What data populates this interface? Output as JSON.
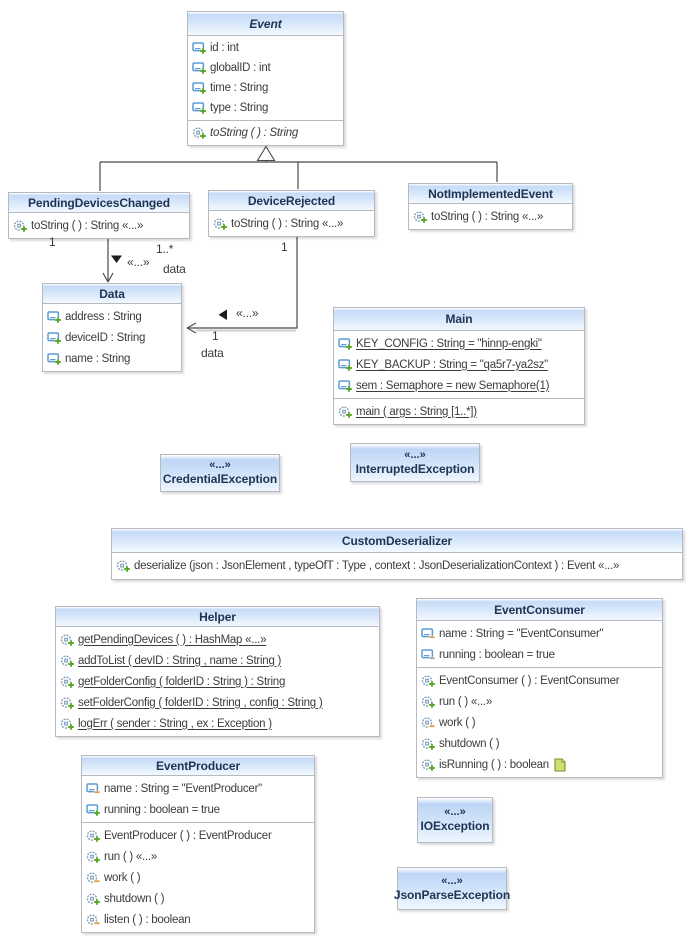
{
  "diagram": {
    "kind": "uml-class-diagram"
  },
  "colors": {
    "title_gradient_top": "#c7dbf7",
    "title_gradient_bottom": "#f3f9ff",
    "box_border": "#b6babf",
    "title_text": "#203455",
    "member_text": "#3c3c3c",
    "connector_line": "#4a4a4a",
    "icon_blue": "#5b9bd5",
    "icon_gear": "#7d9cba",
    "badge_public_green": "#58a829",
    "badge_protected_orange": "#e39b34",
    "badge_package_gray": "#98a0a8",
    "note_fill": "#cfdf70",
    "note_border": "#71922c"
  },
  "classes": [
    {
      "id": "event",
      "name": "Event",
      "abstract": true,
      "fields": [
        {
          "icon": "field-public",
          "text": "id : int"
        },
        {
          "icon": "field-public",
          "text": "globalID : int"
        },
        {
          "icon": "field-public",
          "text": "time : String"
        },
        {
          "icon": "field-public",
          "text": "type : String"
        }
      ],
      "methods": [
        {
          "icon": "method-public",
          "text": "toString ( ) : String",
          "italic": true
        }
      ]
    },
    {
      "id": "pendingdeviceschanged",
      "name": "PendingDevicesChanged",
      "methods": [
        {
          "icon": "method-public",
          "text": "toString ( ) : String «...»"
        }
      ]
    },
    {
      "id": "devicerejected",
      "name": "DeviceRejected",
      "methods": [
        {
          "icon": "method-public",
          "text": "toString ( ) : String «...»"
        }
      ]
    },
    {
      "id": "notimplementedevent",
      "name": "NotImplementedEvent",
      "methods": [
        {
          "icon": "method-public",
          "text": "toString ( ) : String «...»"
        }
      ]
    },
    {
      "id": "data",
      "name": "Data",
      "fields": [
        {
          "icon": "field-public",
          "text": "address : String"
        },
        {
          "icon": "field-public",
          "text": "deviceID : String"
        },
        {
          "icon": "field-public",
          "text": "name : String"
        }
      ]
    },
    {
      "id": "main",
      "name": "Main",
      "fields": [
        {
          "icon": "field-public",
          "text": "KEY_CONFIG : String = \"hinnp-engki\"",
          "static": true
        },
        {
          "icon": "field-public",
          "text": "KEY_BACKUP : String = \"qa5r7-ya2sz\"",
          "static": true
        },
        {
          "icon": "field-public",
          "text": "sem : Semaphore = new Semaphore(1)",
          "static": true
        }
      ],
      "methods": [
        {
          "icon": "method-public",
          "text": "main ( args : String [1..*])",
          "static": true
        }
      ]
    },
    {
      "id": "credentialexception",
      "stereotype": "«...»",
      "name": "CredentialException"
    },
    {
      "id": "interruptedexception",
      "stereotype": "«...»",
      "name": "InterruptedException"
    },
    {
      "id": "customdeserializer",
      "name": "CustomDeserializer",
      "methods": [
        {
          "icon": "method-public",
          "text": "deserialize (json : JsonElement , typeOfT : Type , context : JsonDeserializationContext ) : Event «...»"
        }
      ]
    },
    {
      "id": "helper",
      "name": "Helper",
      "methods": [
        {
          "icon": "method-public",
          "text": "getPendingDevices ( ) : HashMap «...»",
          "static": true
        },
        {
          "icon": "method-public",
          "text": "addToList ( devID : String , name : String )",
          "static": true
        },
        {
          "icon": "method-public",
          "text": "getFolderConfig ( folderID : String ) : String",
          "static": true
        },
        {
          "icon": "method-public",
          "text": "setFolderConfig ( folderID : String , config : String )",
          "static": true
        },
        {
          "icon": "method-public",
          "text": "logErr ( sender : String , ex : Exception )",
          "static": true
        }
      ]
    },
    {
      "id": "eventconsumer",
      "name": "EventConsumer",
      "fields": [
        {
          "icon": "field-protected",
          "text": "name : String = \"EventConsumer\""
        },
        {
          "icon": "field-package",
          "text": "running : boolean = true"
        }
      ],
      "methods": [
        {
          "icon": "method-public",
          "text": "EventConsumer ( ) : EventConsumer"
        },
        {
          "icon": "method-public",
          "text": "run ( )  «...»"
        },
        {
          "icon": "method-protected",
          "text": "work ( )"
        },
        {
          "icon": "method-public",
          "text": "shutdown ( )"
        },
        {
          "icon": "method-public",
          "text": "isRunning ( ) : boolean",
          "note": true
        }
      ]
    },
    {
      "id": "eventproducer",
      "name": "EventProducer",
      "fields": [
        {
          "icon": "field-protected",
          "text": "name : String = \"EventProducer\""
        },
        {
          "icon": "field-public",
          "text": "running : boolean = true"
        }
      ],
      "methods": [
        {
          "icon": "method-public",
          "text": "EventProducer ( ) : EventProducer"
        },
        {
          "icon": "method-public",
          "text": "run ( )  «...»"
        },
        {
          "icon": "method-protected",
          "text": "work ( )"
        },
        {
          "icon": "method-public",
          "text": "shutdown ( )"
        },
        {
          "icon": "method-protected",
          "text": "listen ( ) : boolean"
        }
      ]
    },
    {
      "id": "ioexception",
      "stereotype": "«...»",
      "name": "IOException"
    },
    {
      "id": "jsonparseexception",
      "stereotype": "«...»",
      "name": "JsonParseException"
    }
  ],
  "relationships": [
    {
      "id": "gen-event",
      "type": "generalization",
      "parent": "Event",
      "children": [
        "PendingDevicesChanged",
        "DeviceRejected",
        "NotImplementedEvent"
      ]
    },
    {
      "id": "assoc-pdc-data",
      "type": "directed-association",
      "from": "PendingDevicesChanged",
      "to": "Data",
      "stereotype": "«...»",
      "role": "data",
      "from_multiplicity": "1",
      "to_multiplicity": "1..*"
    },
    {
      "id": "assoc-dr-data",
      "type": "directed-association",
      "from": "DeviceRejected",
      "to": "Data",
      "stereotype": "«...»",
      "role": "data",
      "from_multiplicity": "1",
      "to_multiplicity": "1"
    }
  ]
}
